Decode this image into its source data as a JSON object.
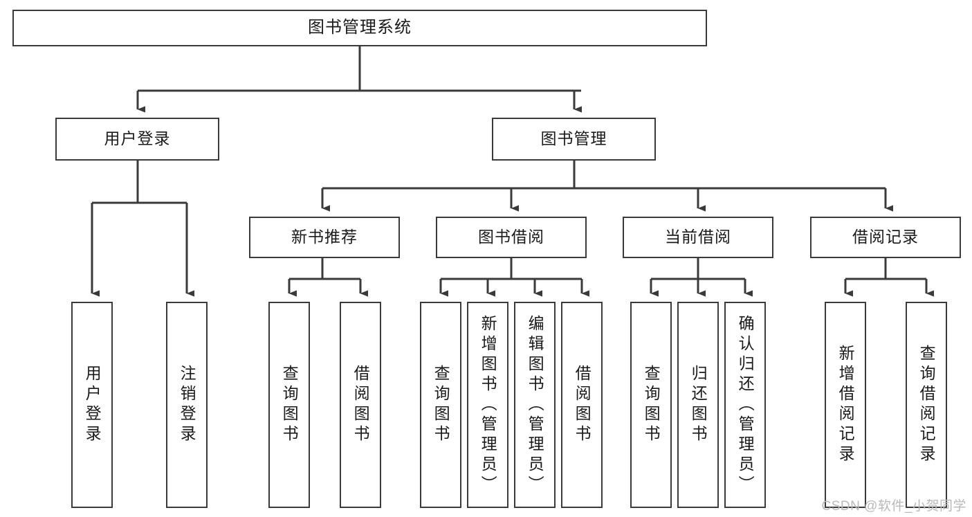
{
  "diagram": {
    "title": "图书管理系统",
    "type": "functional-structure-tree",
    "levels": 4,
    "root": {
      "label": "图书管理系统"
    },
    "level2": [
      {
        "label": "用户登录"
      },
      {
        "label": "图书管理"
      }
    ],
    "level3": [
      {
        "label": "新书推荐"
      },
      {
        "label": "图书借阅"
      },
      {
        "label": "当前借阅"
      },
      {
        "label": "借阅记录"
      }
    ],
    "leaves": {
      "user_login": [
        {
          "label": "用户登录"
        },
        {
          "label": "注销登录"
        }
      ],
      "new_book_recommend": [
        {
          "label": "查询图书"
        },
        {
          "label": "借阅图书"
        }
      ],
      "book_borrow": [
        {
          "label": "查询图书"
        },
        {
          "label": "新增图书（管理员）"
        },
        {
          "label": "编辑图书（管理员）"
        },
        {
          "label": "借阅图书"
        }
      ],
      "current_borrow": [
        {
          "label": "查询图书"
        },
        {
          "label": "归还图书"
        },
        {
          "label": "确认归还（管理员）"
        }
      ],
      "borrow_record": [
        {
          "label": "新增借阅记录"
        },
        {
          "label": "查询借阅记录"
        }
      ]
    }
  },
  "watermark": {
    "text": "CSDN @软件_小贺同学"
  },
  "colors": {
    "border": "#3a3a3a",
    "text": "#1a1a1a",
    "background": "#ffffff",
    "watermark": "#b9b9b9"
  }
}
